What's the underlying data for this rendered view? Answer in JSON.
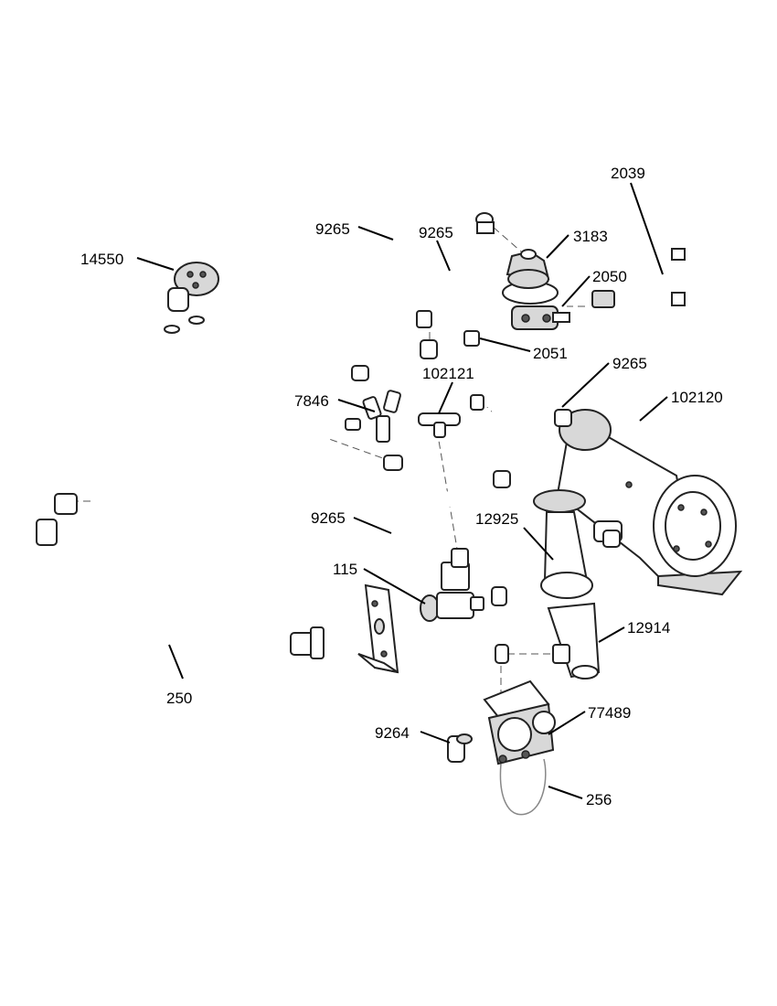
{
  "callouts": [
    {
      "id": "c-2039",
      "label": "2039"
    },
    {
      "id": "c-9265-a",
      "label": "9265"
    },
    {
      "id": "c-9265-b",
      "label": "9265"
    },
    {
      "id": "c-3183",
      "label": "3183"
    },
    {
      "id": "c-14550",
      "label": "14550"
    },
    {
      "id": "c-2050",
      "label": "2050"
    },
    {
      "id": "c-2051",
      "label": "2051"
    },
    {
      "id": "c-102121",
      "label": "102121"
    },
    {
      "id": "c-9265-c",
      "label": "9265"
    },
    {
      "id": "c-7846",
      "label": "7846"
    },
    {
      "id": "c-102120",
      "label": "102120"
    },
    {
      "id": "c-9265-d",
      "label": "9265"
    },
    {
      "id": "c-12925",
      "label": "12925"
    },
    {
      "id": "c-115",
      "label": "115"
    },
    {
      "id": "c-12914",
      "label": "12914"
    },
    {
      "id": "c-250",
      "label": "250"
    },
    {
      "id": "c-77489",
      "label": "77489"
    },
    {
      "id": "c-9264",
      "label": "9264"
    },
    {
      "id": "c-256",
      "label": "256"
    }
  ]
}
